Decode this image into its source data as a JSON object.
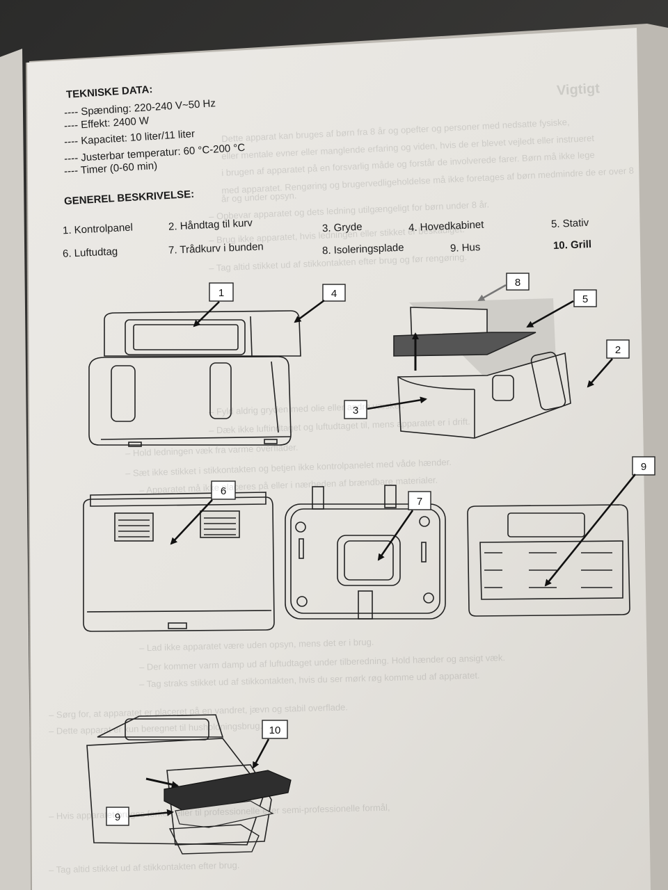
{
  "tech_data": {
    "heading": "TEKNISKE DATA:",
    "items": [
      "---- Spænding: 220-240 V~50 Hz",
      "---- Effekt: 2400 W",
      "---- Kapacitet: 10 liter/11 liter",
      "---- Justerbar temperatur: 60 °C-200 °C",
      "---- Timer (0-60 min)"
    ]
  },
  "general_description": {
    "heading": "GENEREL BESKRIVELSE:",
    "parts": [
      "1. Kontrolpanel",
      "2. Håndtag til kurv",
      "3. Gryde",
      "4. Hovedkabinet",
      "5. Stativ",
      "6. Luftudtag",
      "7. Trådkurv i bunden",
      "8. Isoleringsplade",
      "9. Hus",
      "10. Grill"
    ]
  },
  "callouts": [
    "1",
    "4",
    "8",
    "5",
    "2",
    "3",
    "6",
    "7",
    "9",
    "10",
    "9"
  ],
  "bleed_through": {
    "heading": "Vigtigt",
    "lines": [
      "Dette apparat kan bruges af børn fra 8 år og opefter og personer med nedsatte fysiske,",
      "eller mentale evner eller manglende erfaring og viden, hvis de er blevet vejledt eller instrueret",
      "i brugen af apparatet på en forsvarlig måde og forstår de involverede farer. Børn må ikke lege",
      "med apparatet. Rengøring og brugervedligeholdelse må ikke foretages af børn medmindre de er over 8",
      "år og under opsyn.",
      "– Opbevar apparatet og dets ledning utilgængeligt for børn under 8 år.",
      "– Brug ikke apparatet, hvis ledningen eller stikket er beskadiget.",
      "– Tag altid stikket ud af stikkontakten efter brug og før rengøring.",
      "– Fyld aldrig gryden med olie eller andre væsker.",
      "– Dæk ikke luftindtaget og luftudtaget til, mens apparatet er i drift.",
      "– Hold ledningen væk fra varme overflader.",
      "– Sæt ikke stikket i stikkontakten og betjen ikke kontrolpanelet med våde hænder.",
      "– Apparatet må ikke placeres på eller i nærheden af brændbare materialer.",
      "– Lad ikke apparatet være uden opsyn, mens det er i brug.",
      "– Der kommer varm damp ud af luftudtaget under tilberedning. Hold hænder og ansigt væk.",
      "– Tag straks stikket ud af stikkontakten, hvis du ser mørk røg komme ud af apparatet.",
      "– Sørg for, at apparatet er placeret på en vandret, jævn og stabil overflade.",
      "– Dette apparat er kun beregnet til husholdningsbrug.",
      "– Hvis apparatet bruges forkert eller til professionelle eller semi-professionelle formål,",
      "– Tag altid stikket ud af stikkontakten efter brug."
    ]
  }
}
